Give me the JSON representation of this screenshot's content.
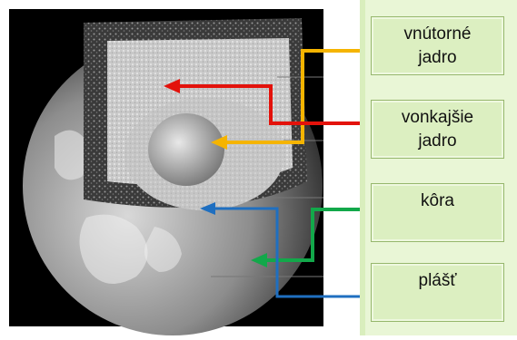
{
  "labels": {
    "inner_core": "vnútorné\njadro",
    "outer_core": "vonkajšie\njadro",
    "crust": "kôra",
    "mantle": "plášť"
  },
  "colors": {
    "inner_core_line": "#f5b400",
    "outer_core_line": "#e3120b",
    "crust_line": "#12a84a",
    "mantle_line": "#1f6fc0",
    "panel_bg": "#e9f6d6",
    "box_bg": "#dcefc1",
    "box_border": "#96b76c"
  }
}
